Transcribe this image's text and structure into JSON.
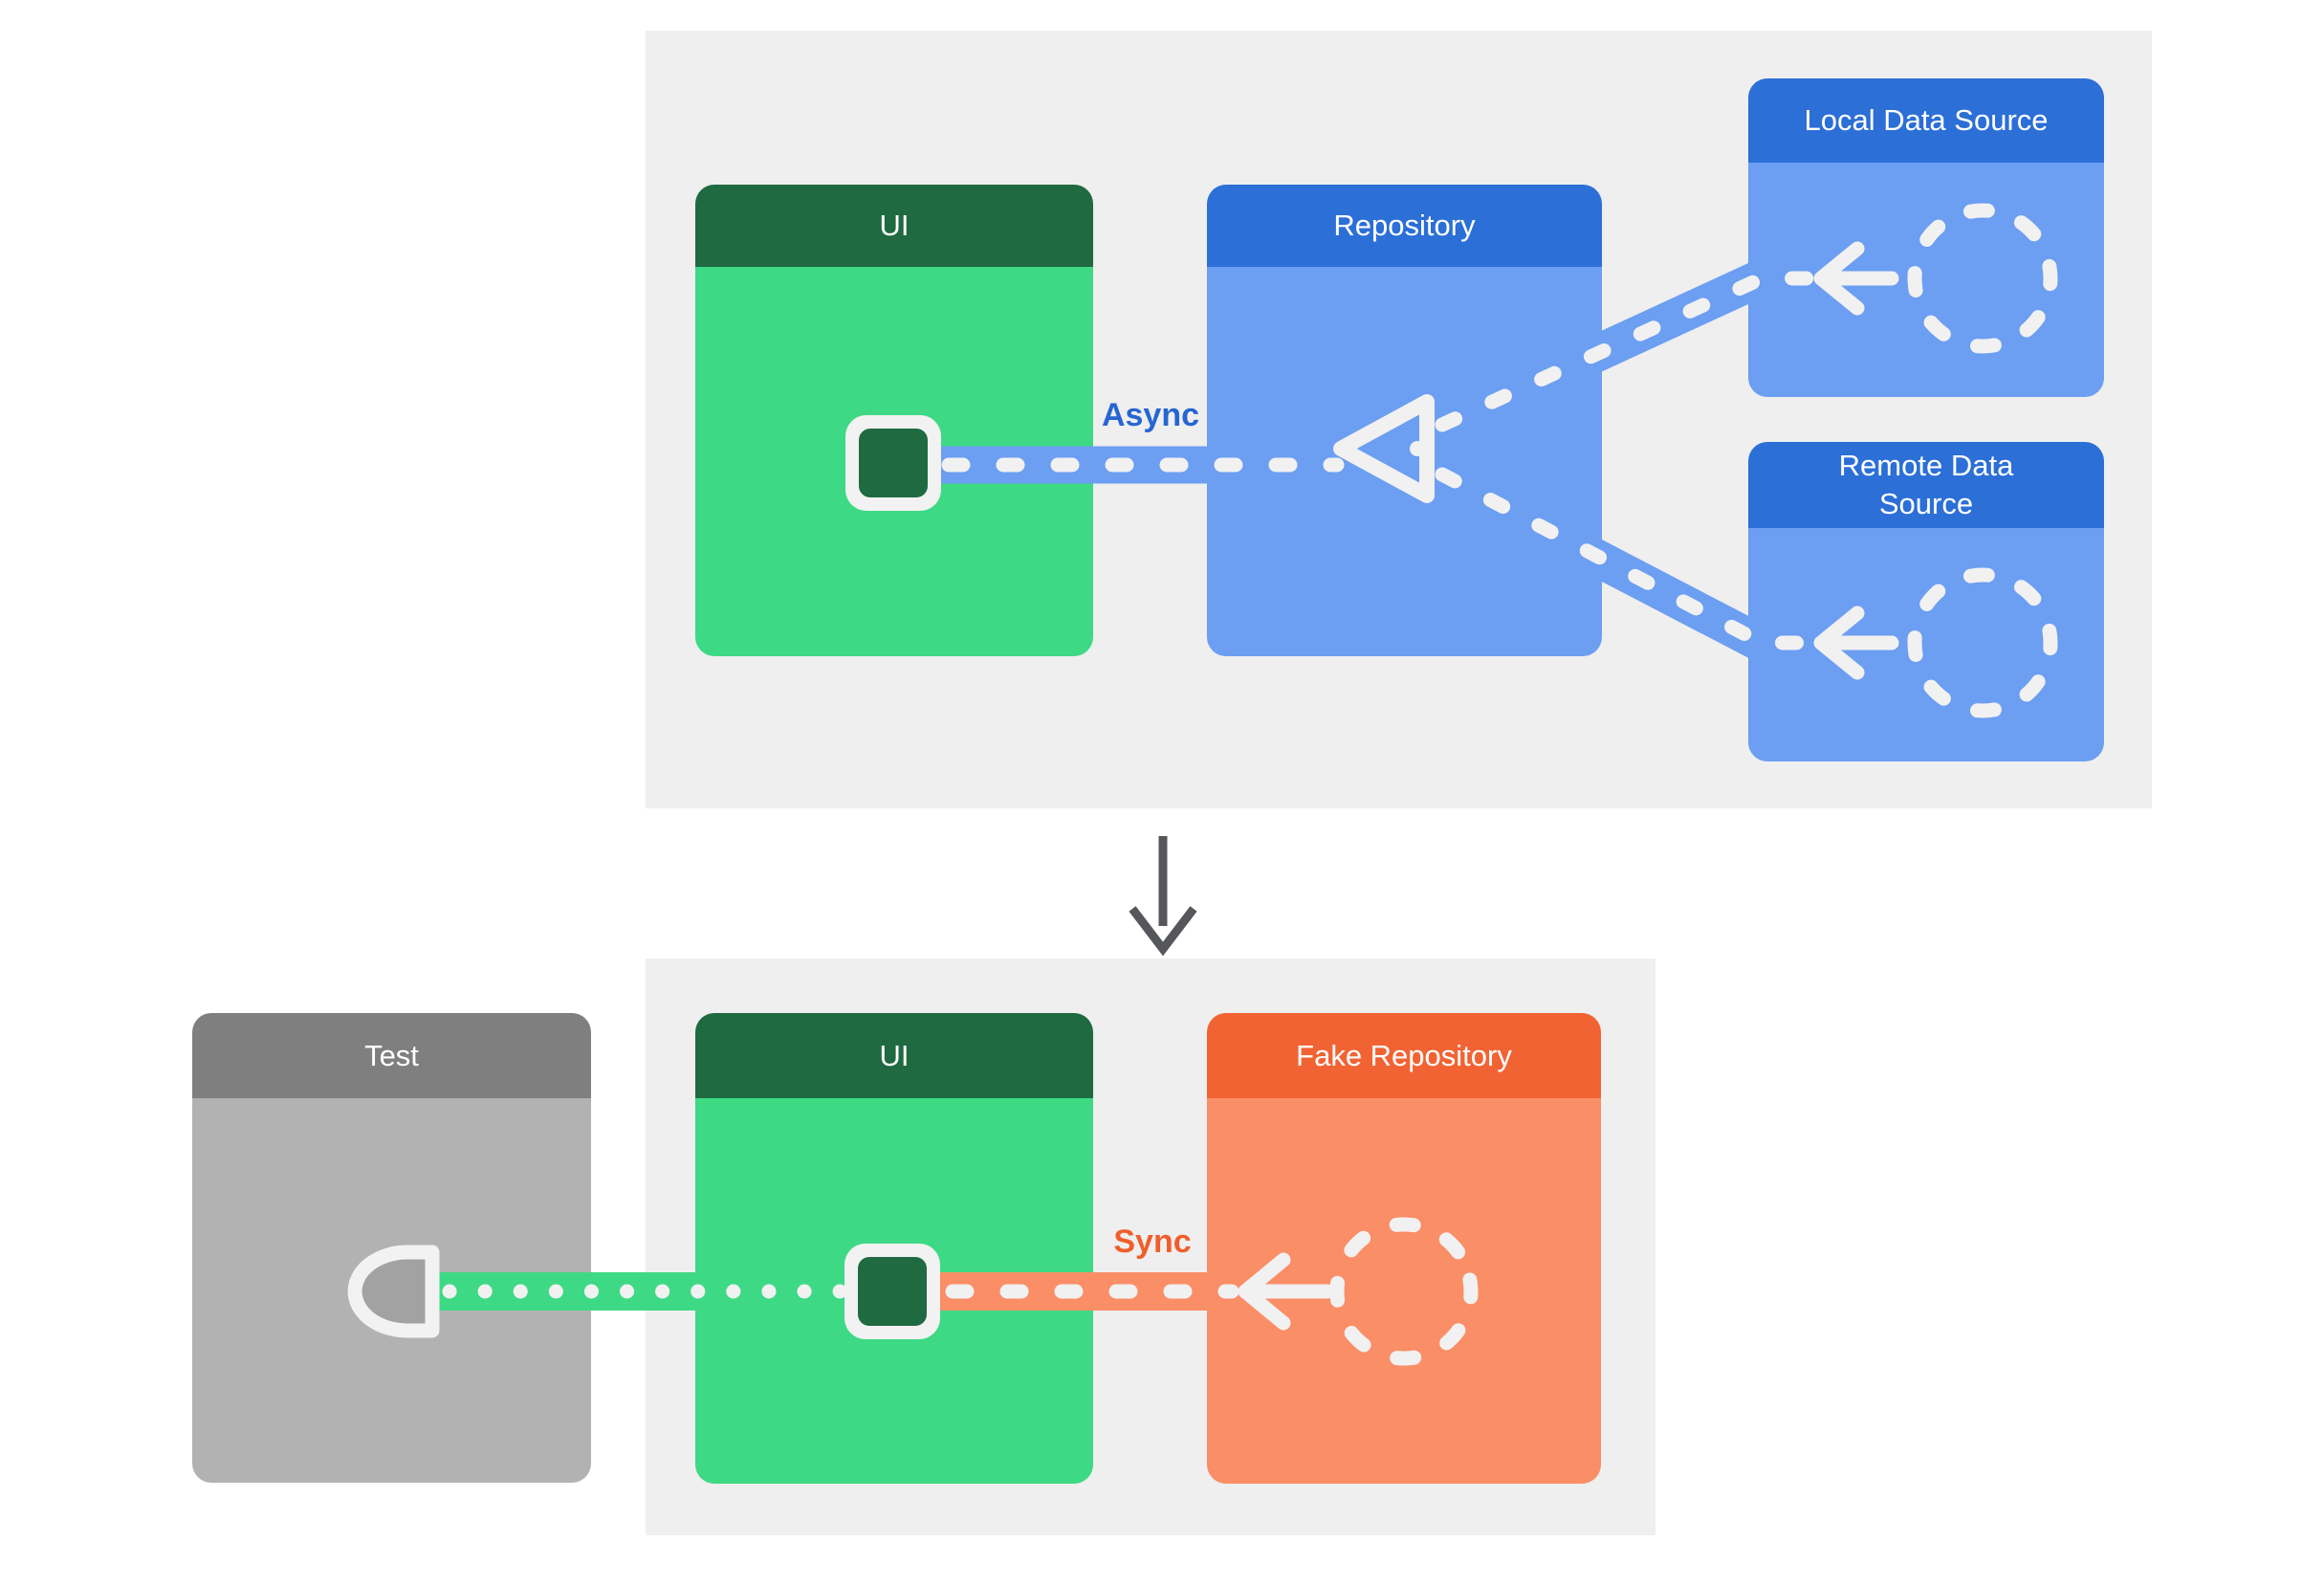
{
  "top": {
    "ui": "UI",
    "repository": "Repository",
    "local": "Local Data Source",
    "remote": "Remote Data Source",
    "async": "Async"
  },
  "bottom": {
    "test": "Test",
    "ui": "UI",
    "fake_repository": "Fake Repository",
    "sync": "Sync"
  },
  "colors": {
    "panel_background": "#efefef",
    "green_header": "#1f6a40",
    "green_body": "#3ed984",
    "blue_header": "#2b6fd7",
    "blue_body": "#6c9ef2",
    "orange_header": "#f26334",
    "orange_body": "#fa8e67",
    "gray_header": "#7f7f7f",
    "gray_body": "#b2b2b2",
    "async_text": "#2766d1",
    "sync_text": "#f05e2c",
    "connector_dash": "#f1f1f1",
    "port_fill": "#f2f2f2",
    "down_arrow": "#55575b"
  }
}
